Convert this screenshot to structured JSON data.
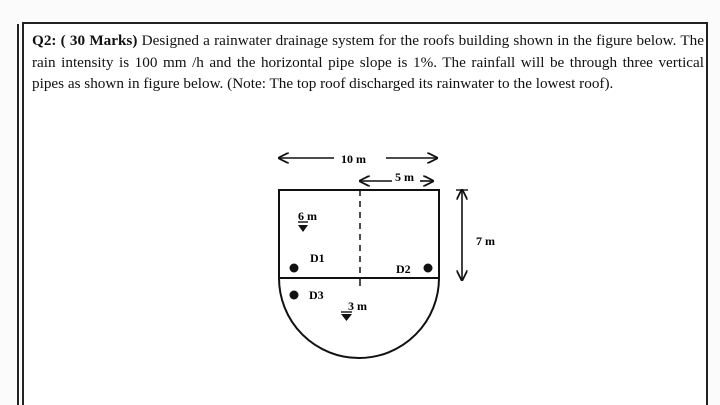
{
  "question": {
    "label": "Q2: ( 30 Marks)",
    "text": "Designed a rainwater drainage system for the roofs building shown in the figure below. The rain intensity is 100 mm /h and the horizontal pipe slope is 1%. The rainfall will be through three vertical pipes as shown in figure below. (Note: The top roof discharged its rainwater to the lowest roof)."
  },
  "figure": {
    "dim_total_width": "10 m",
    "dim_half_width": "5 m",
    "dim_height": "7 m",
    "level_top": "6 m",
    "level_bottom": "3 m",
    "pipe_1": "D1",
    "pipe_2": "D2",
    "pipe_3": "D3"
  }
}
